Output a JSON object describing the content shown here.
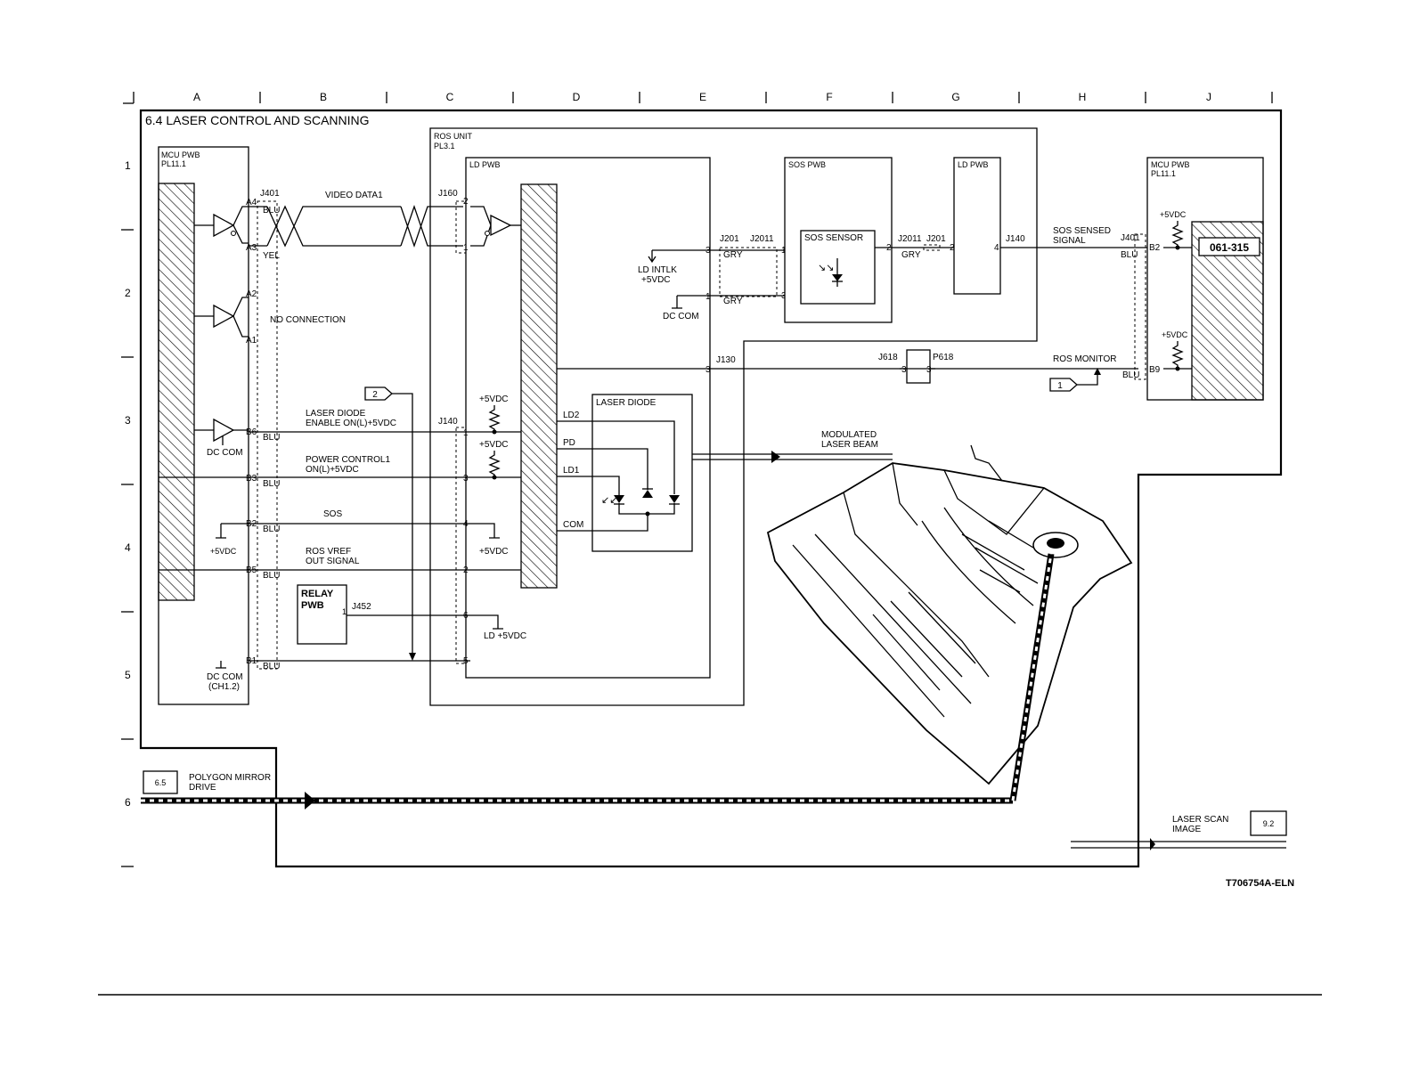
{
  "grid": {
    "columns": [
      "A",
      "B",
      "C",
      "D",
      "E",
      "F",
      "G",
      "H",
      "J"
    ],
    "rows": [
      "1",
      "2",
      "3",
      "4",
      "5",
      "6"
    ]
  },
  "title": "6.4 LASER CONTROL AND SCANNING",
  "figure_id": "T706754A-ELN",
  "blocks": {
    "mcu_left": {
      "name": "MCU PWB",
      "ref": "PL11.1"
    },
    "ros_unit": {
      "name": "ROS UNIT",
      "ref": "PL3.1"
    },
    "ld_pwb": {
      "name": "LD PWB"
    },
    "sos_pwb": {
      "name": "SOS PWB"
    },
    "sos_sensor": {
      "name": "SOS SENSOR"
    },
    "ld_pwb_right": {
      "name": "LD PWB"
    },
    "mcu_right": {
      "name": "MCU PWB",
      "ref": "PL11.1"
    },
    "laser_diode": {
      "name": "LASER DIODE"
    },
    "relay_pwb": {
      "line1": "RELAY",
      "line2": "PWB"
    }
  },
  "connectors": {
    "j401": "J401",
    "j160": "J160",
    "j140": "J140",
    "j452": "J452",
    "j201": "J201",
    "j2011": "J2011",
    "j2011b": "J2011",
    "j201b": "J201",
    "j140b": "J140",
    "j401b": "J401",
    "j130": "J130",
    "j618": "J618",
    "p618": "P618"
  },
  "pins": {
    "a4": "A4",
    "a3": "A3",
    "a2": "A2",
    "a1": "A1",
    "b6": "B6",
    "b3": "B3",
    "b2": "B2",
    "b5": "B5",
    "b1": "B1",
    "rb2": "B2",
    "rb9": "B9",
    "n1": "1",
    "n2": "2",
    "n3": "3",
    "n4": "4",
    "n5": "5",
    "n6": "6"
  },
  "wire_colors": {
    "blu": "BLU",
    "yel": "YEL",
    "gry": "GRY"
  },
  "signals": {
    "video_data": "VIDEO DATA1",
    "no_connection": "NO CONNECTION",
    "ld_enable_1": "LASER DIODE",
    "ld_enable_2": "ENABLE ON(L)+5VDC",
    "power_ctrl_1": "POWER CONTROL1",
    "power_ctrl_2": "ON(L)+5VDC",
    "sos": "SOS",
    "vref_1": "ROS VREF",
    "vref_2": "OUT SIGNAL",
    "sos_sensed_1": "SOS SENSED",
    "sos_sensed_2": "SIGNAL",
    "ros_monitor": "ROS MONITOR",
    "ld_intlk_1": "LD INTLK",
    "ld_intlk_2": "+5VDC",
    "dc_com": "DC COM",
    "dc_com_ch": "(CH1.2)",
    "p5vdc": "+5VDC",
    "ld_5vdc": "LD  +5VDC",
    "ld2": "LD2",
    "pd": "PD",
    "ld1": "LD1",
    "com": "COM",
    "mod_beam_1": "MODULATED",
    "mod_beam_2": "LASER BEAM"
  },
  "flags": {
    "f1": "1",
    "f2": "2"
  },
  "fault_code": "061-315",
  "refs": {
    "polygon_ref": "6.5",
    "polygon_1": "POLYGON MIRROR",
    "polygon_2": "DRIVE",
    "scan_ref": "9.2",
    "scan_1": "LASER SCAN",
    "scan_2": "IMAGE"
  }
}
